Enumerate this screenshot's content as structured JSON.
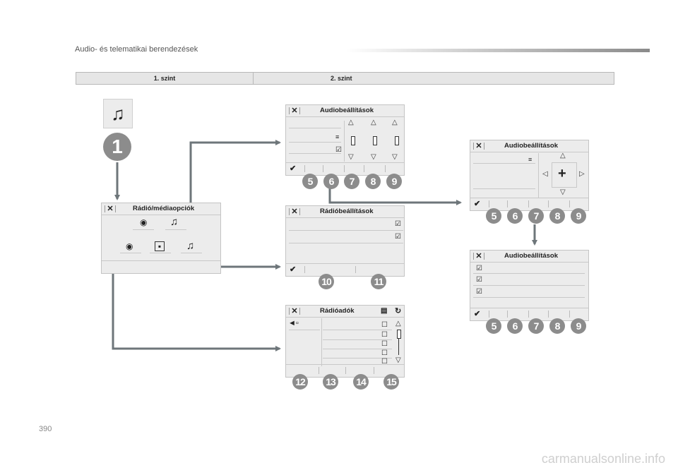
{
  "header": {
    "title": "Audio- és telematikai berendezések"
  },
  "levels": {
    "level1": "1. szint",
    "level2": "2. szint"
  },
  "main_icon": {
    "glyph": "♫",
    "badge": "1"
  },
  "screens": {
    "radio_media": {
      "title": "Rádió/médiaopciók"
    },
    "audio_top": {
      "title": "Audiobeállítások",
      "badges": [
        "5",
        "6",
        "7",
        "8",
        "9"
      ]
    },
    "radio_settings": {
      "title": "Rádióbeállítások",
      "badges": [
        "10",
        "11"
      ]
    },
    "radio_stations": {
      "title": "Rádióadók",
      "badges": [
        "12",
        "13",
        "14",
        "15"
      ]
    },
    "audio_right1": {
      "title": "Audiobeállítások",
      "badges": [
        "5",
        "6",
        "7",
        "8",
        "9"
      ]
    },
    "audio_right2": {
      "title": "Audiobeállítások",
      "badges": [
        "5",
        "6",
        "7",
        "8",
        "9"
      ]
    }
  },
  "footer": {
    "page_number": "390",
    "watermark": "carmanualsonline.info"
  },
  "colors": {
    "arrow": "#6e767a",
    "badge": "#8c8c8c",
    "screen_bg": "#ececec"
  }
}
